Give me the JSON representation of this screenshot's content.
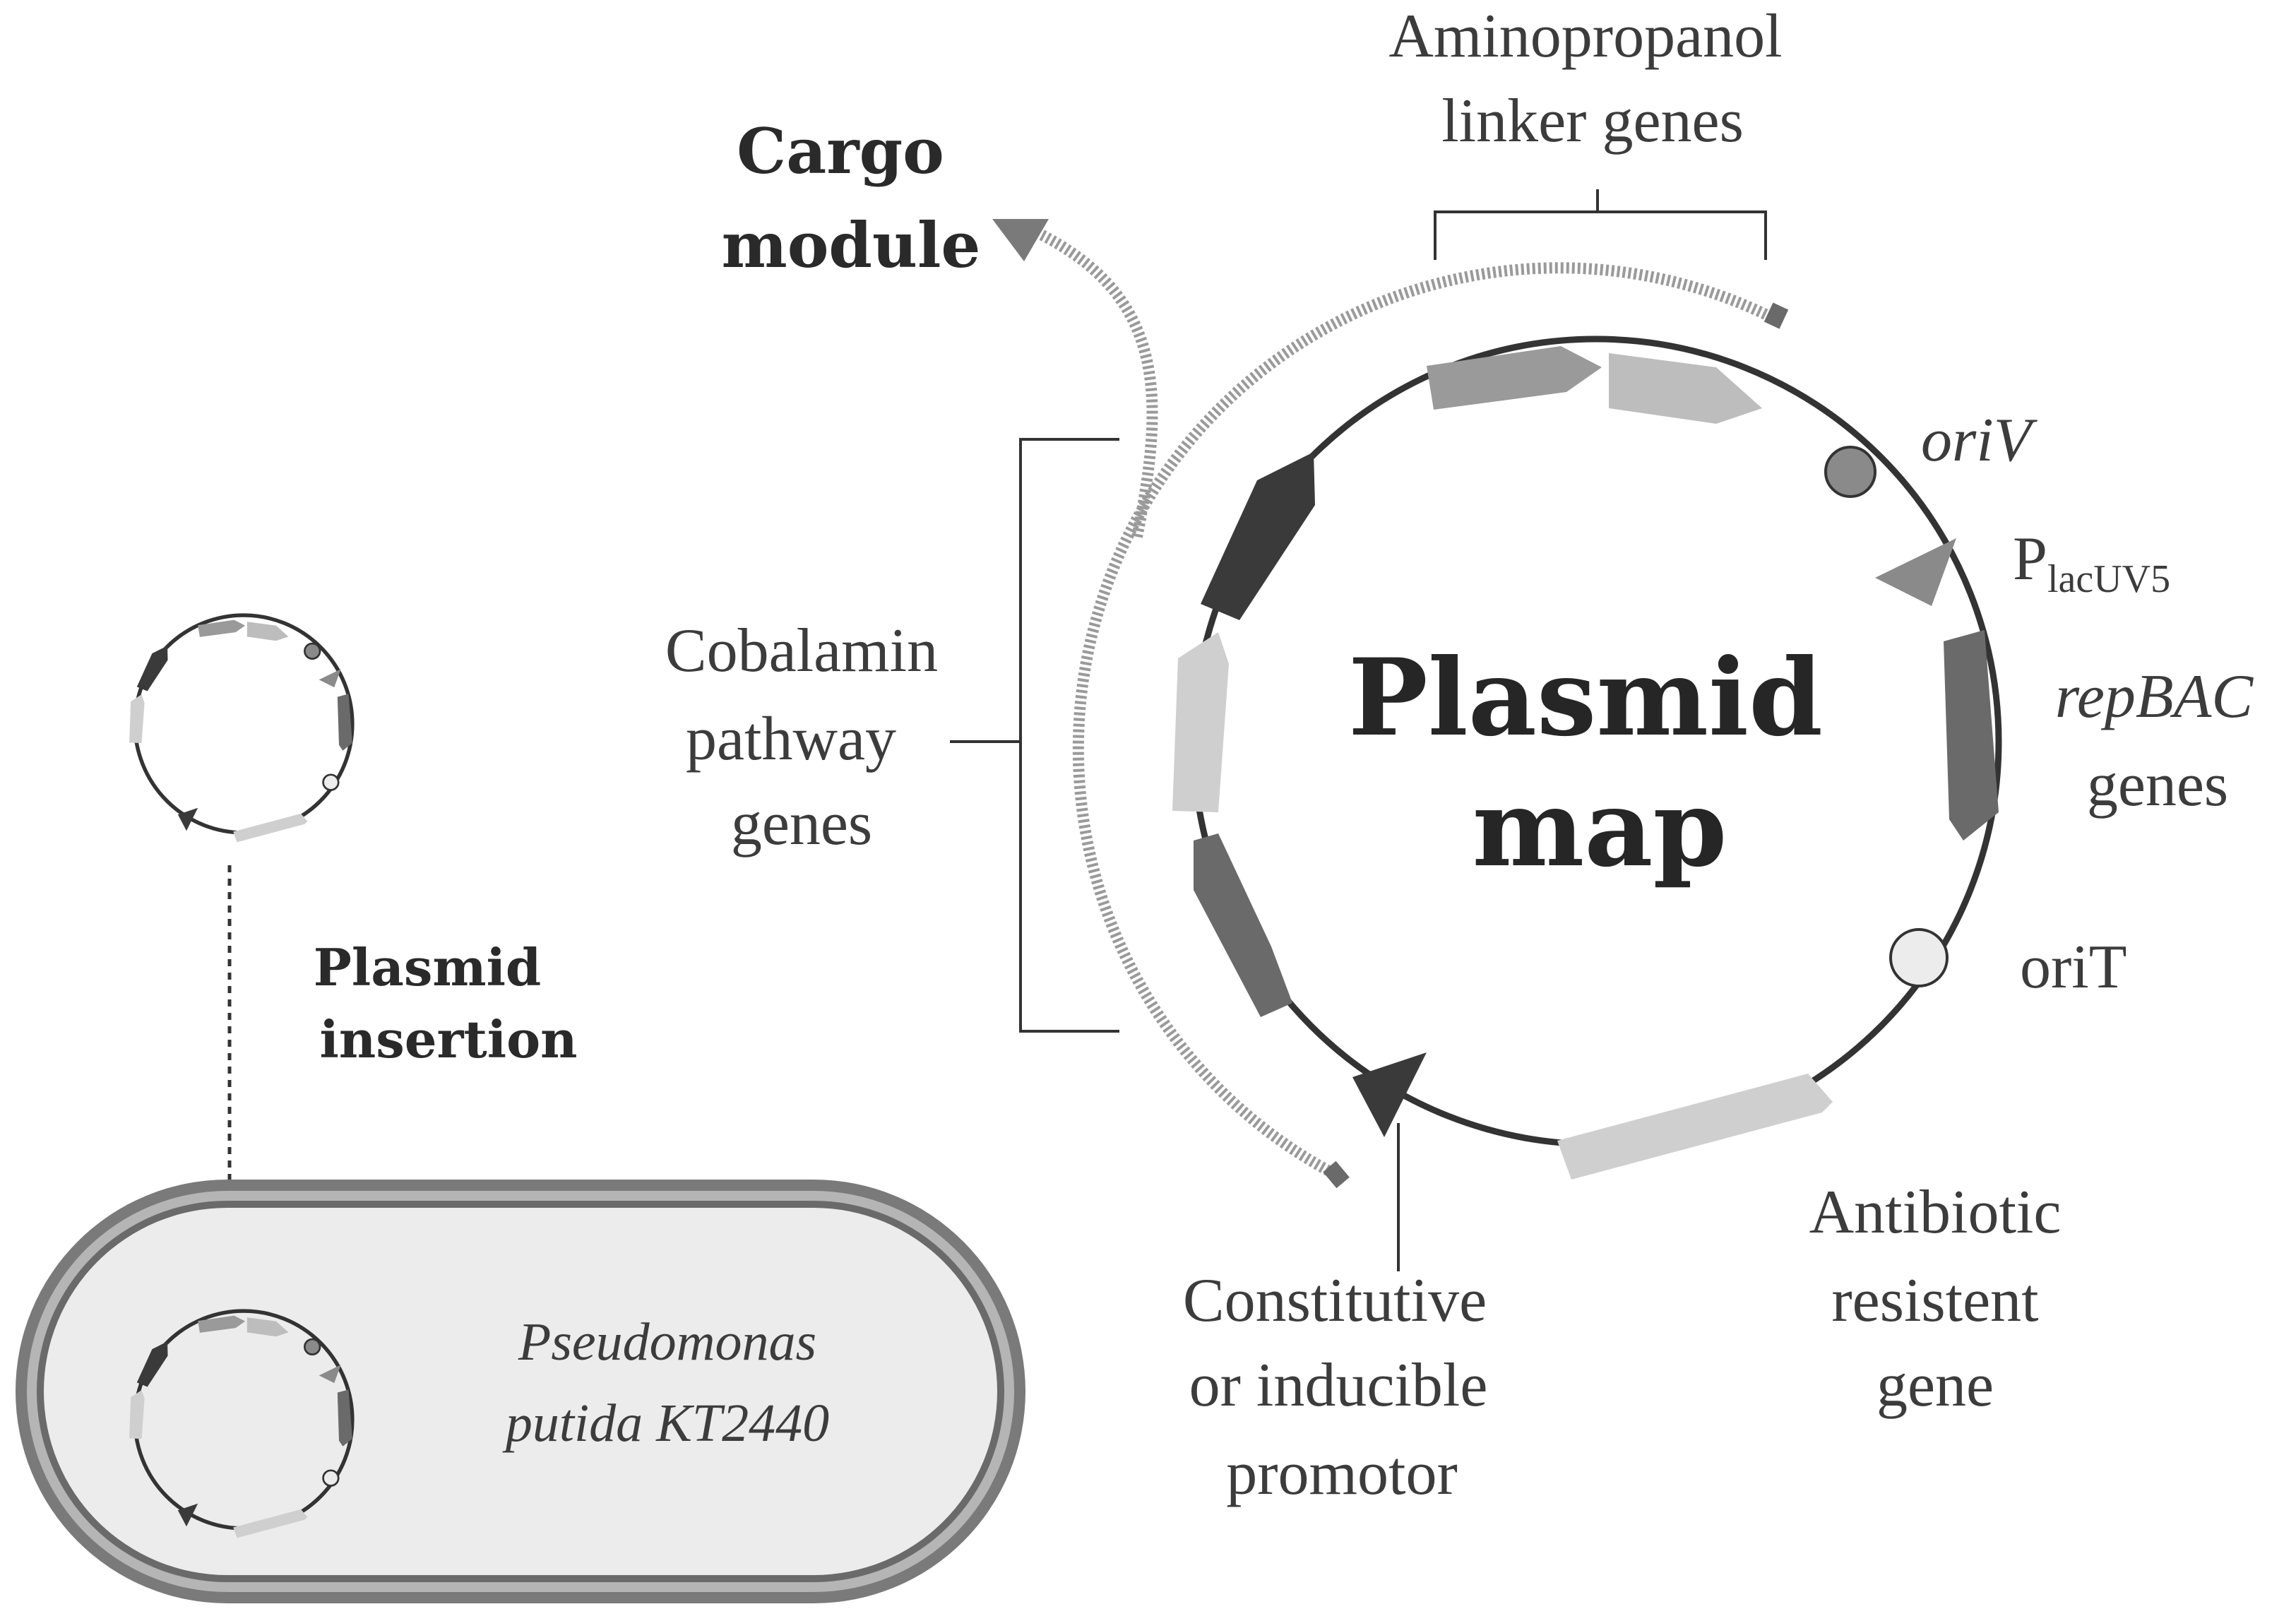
{
  "labels": {
    "aminopropanol_line1": "Aminopropanol",
    "aminopropanol_line2": "linker genes",
    "cargo_line1": "Cargo",
    "cargo_line2": "module",
    "cobalamin_line1": "Cobalamin",
    "cobalamin_line2": "pathway",
    "cobalamin_line3": "genes",
    "plasmid_map_line1": "Plasmid",
    "plasmid_map_line2": "map",
    "oriV": "oriV",
    "placuv5_main": "P",
    "placuv5_sub": "lacUV5",
    "repbac_line1": "repBAC",
    "repbac_line2": "genes",
    "oriT": "oriT",
    "antibiotic_line1": "Antibiotic",
    "antibiotic_line2": "resistent",
    "antibiotic_line3": "gene",
    "promotor_line1": "Constitutive",
    "promotor_line2": "or inducible",
    "promotor_line3": "promotor",
    "insertion_line1": "Plasmid",
    "insertion_line2": "insertion",
    "organism_line1": "Pseudomonas",
    "organism_line2": "putida KT2440"
  },
  "colors": {
    "backbone": "#333333",
    "gene_light": "#cfcfcf",
    "gene_mid": "#9a9a9a",
    "gene_dark": "#3a3a3a",
    "gene_darkmid": "#6a6a6a",
    "oriV_fill": "#8a8a8a",
    "oriT_fill": "#ececec",
    "promoter_arrow": "#3a3a3a",
    "cell_wall": "#7a7a7a",
    "cell_fill": "#ececec"
  }
}
